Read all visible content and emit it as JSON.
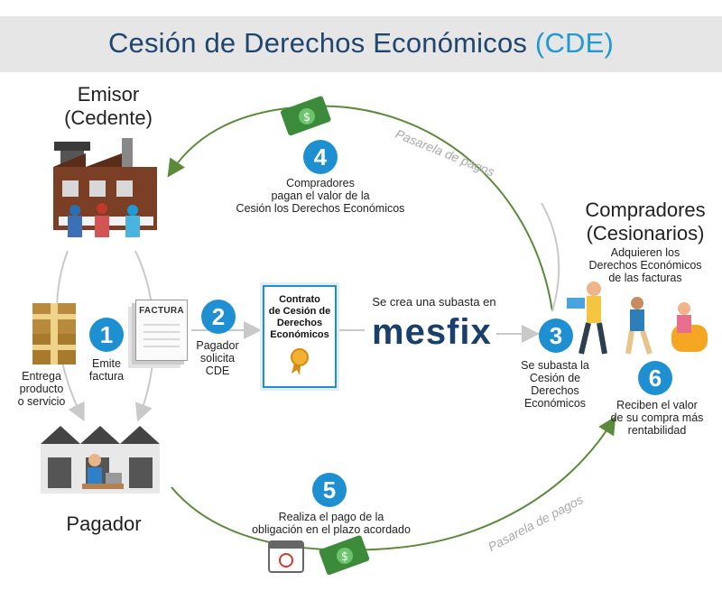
{
  "title": {
    "main": "Cesión de Derechos Económicos",
    "accent": "(CDE)"
  },
  "emisor": {
    "line1": "Emisor",
    "line2": "(Cedente)"
  },
  "compradores": {
    "line1": "Compradores",
    "line2": "(Cesionarios)",
    "desc": [
      "Adquieren los",
      "Derechos Económicos",
      "de las facturas"
    ]
  },
  "pagador": {
    "label": "Pagador"
  },
  "steps": {
    "s1": {
      "num": "1",
      "text": [
        "Emite",
        "factura"
      ]
    },
    "s2": {
      "num": "2",
      "text": [
        "Pagador",
        "solicita",
        "CDE"
      ]
    },
    "s3": {
      "num": "3",
      "text": [
        "Se subasta la",
        "Cesión de",
        "Derechos",
        "Económicos"
      ]
    },
    "s4": {
      "num": "4",
      "text": [
        "Compradores",
        "pagan el valor de la",
        "Cesión los Derechos Económicos"
      ]
    },
    "s5": {
      "num": "5",
      "text": [
        "Realiza el pago de la",
        "obligación en el plazo acordado"
      ]
    },
    "s6": {
      "num": "6",
      "text": [
        "Reciben el valor",
        "de su compra más",
        "rentabilidad"
      ]
    }
  },
  "entrega": [
    "Entrega",
    "producto",
    "o servicio"
  ],
  "factura": {
    "label": "FACTURA"
  },
  "contract": {
    "text": [
      "Contrato",
      "de Cesión de",
      "Derechos",
      "Económicos"
    ]
  },
  "subasta": {
    "text": "Se crea una subasta en"
  },
  "logo": {
    "text": "mesfix"
  },
  "pasarela": {
    "top": "Pasarela de pagos",
    "bottom": "Pasarela de pagos"
  },
  "colors": {
    "title": "#20466f",
    "accent": "#1e9ad6",
    "badge": "#1e8fd0",
    "arc_green": "#5a8a3a",
    "arc_gray": "#c9c9c9",
    "logo": "#1b3f6b"
  }
}
